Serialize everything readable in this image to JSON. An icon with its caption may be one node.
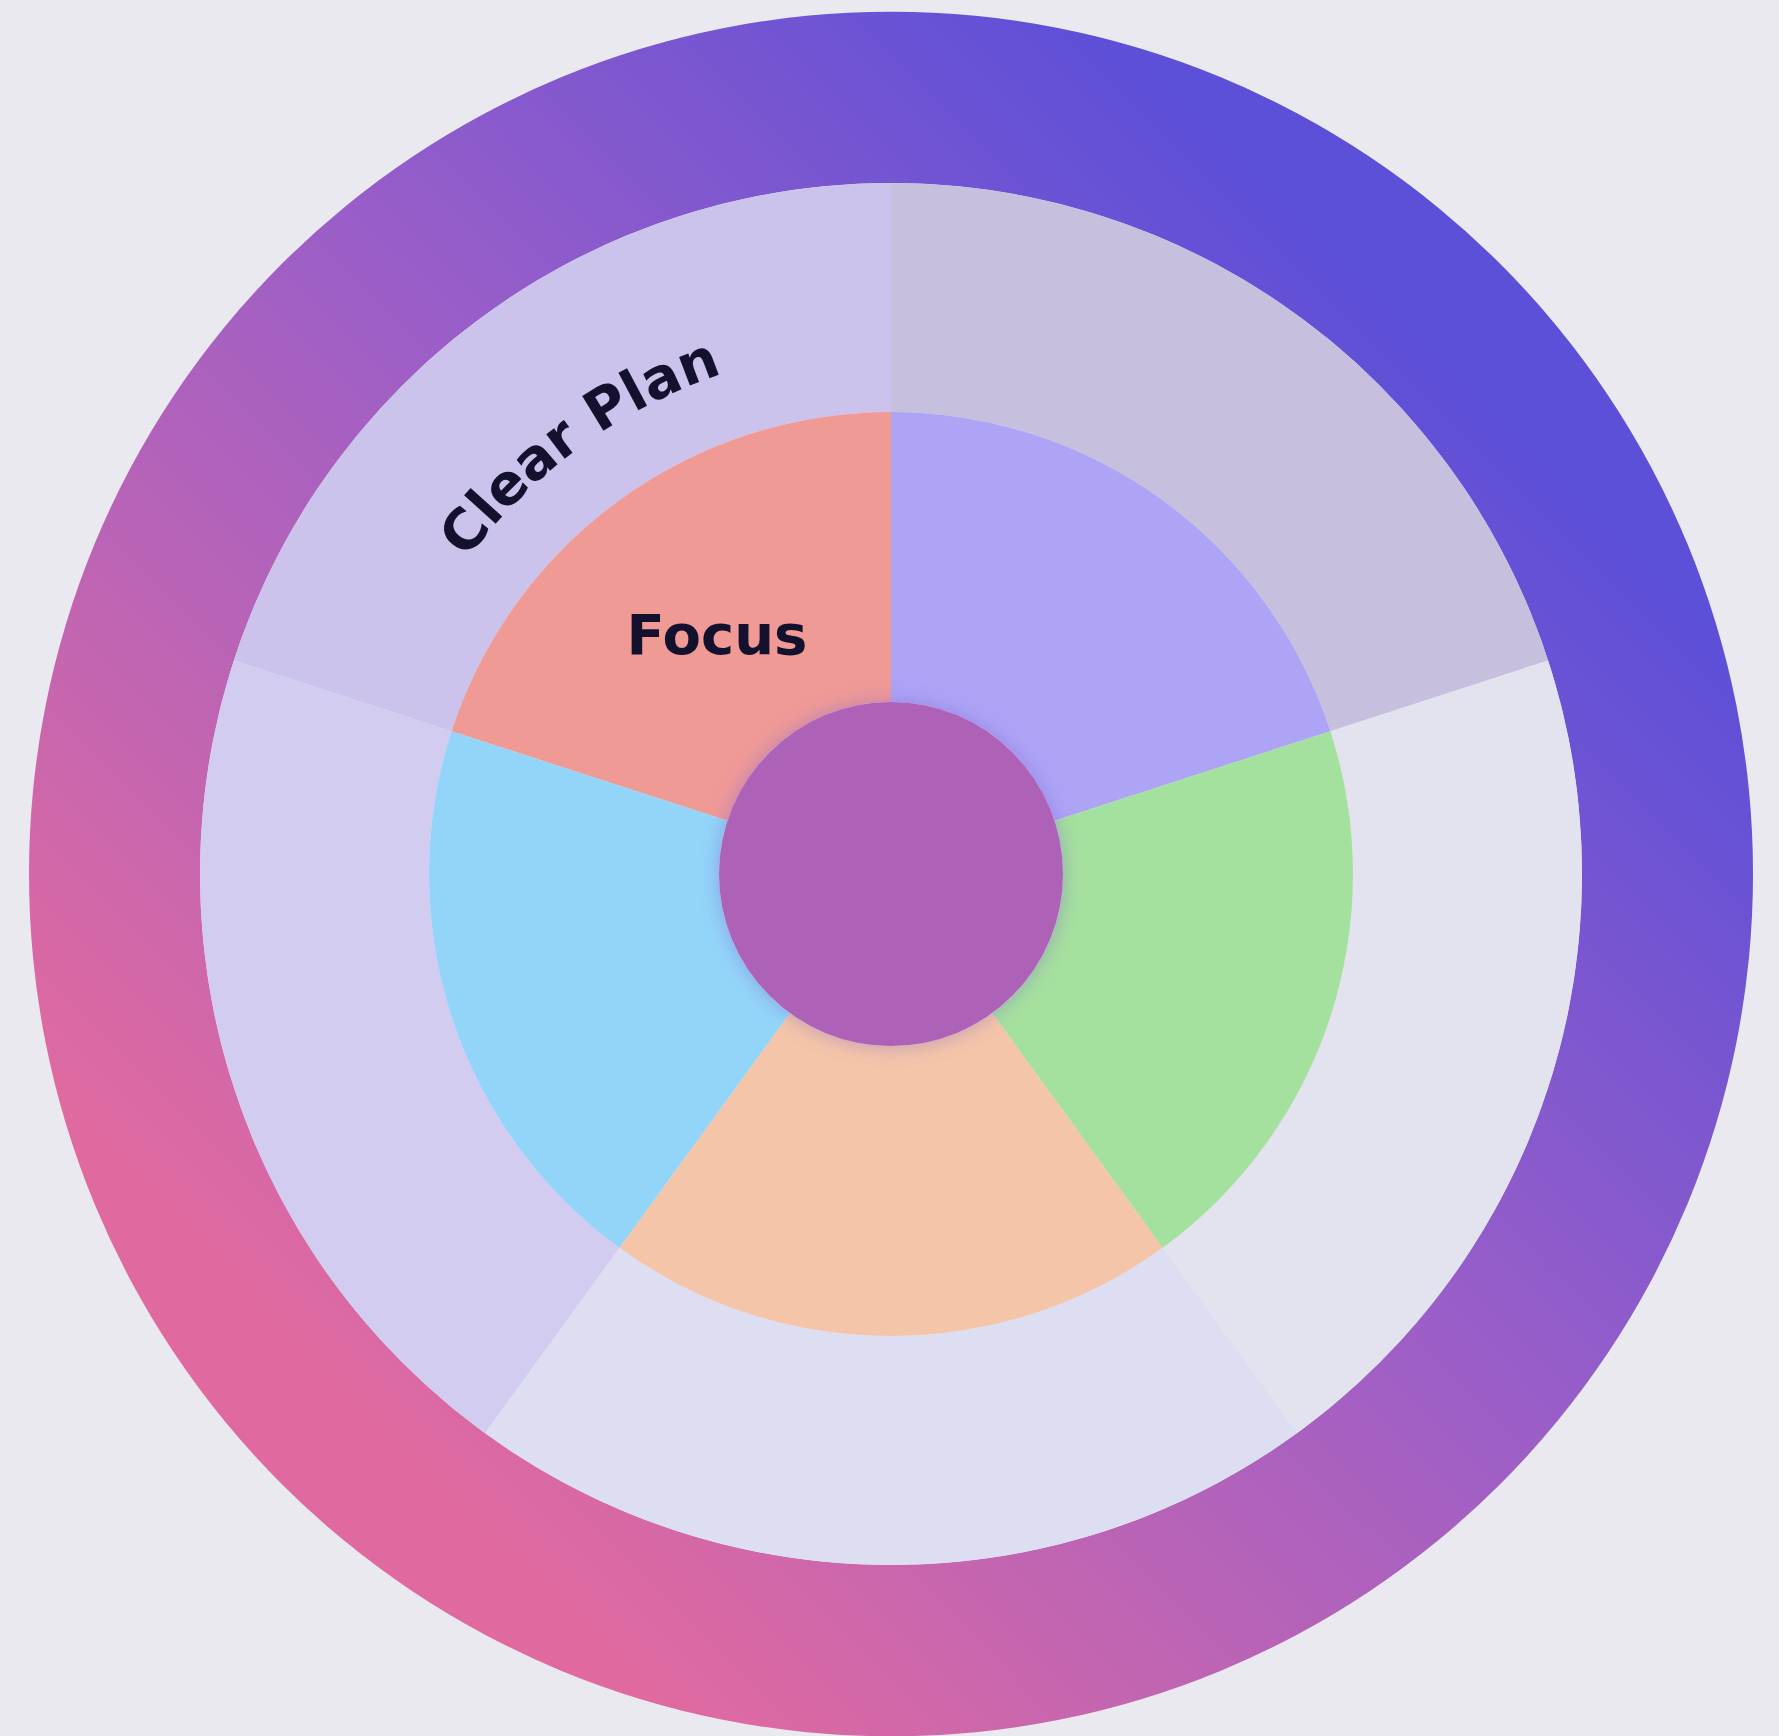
{
  "diagram": {
    "nodes": [
      {
        "text": [
          "Clear Plan"
        ]
      },
      {
        "text": [],
        "shape": "sector"
      },
      {
        "text": [],
        "shape": "sector"
      },
      {
        "text": [],
        "shape": "sector"
      },
      {
        "text": [],
        "shape": "sector"
      },
      {
        "text": [
          "Focus"
        ]
      },
      {
        "text": [],
        "shape": "sector"
      },
      {
        "text": [],
        "shape": "sector"
      },
      {
        "text": [],
        "shape": "sector"
      },
      {
        "text": [],
        "shape": "sector"
      },
      {
        "text": [],
        "shape": "circle"
      }
    ]
  }
}
